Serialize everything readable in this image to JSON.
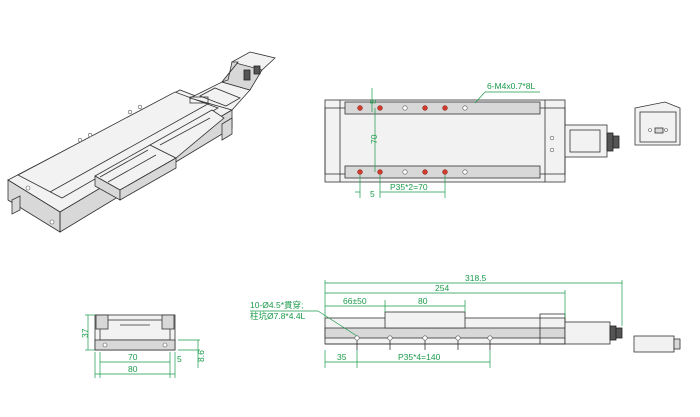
{
  "annotations": {
    "tap_holes": "6-M4x0.7*8L",
    "top_small": "5",
    "top_width": "70",
    "top_pitch": "P35*2=70",
    "top_edge": "5",
    "through_holes_line1": "10-Ø4.5*貫穿;",
    "through_holes_line2": "柱坑Ø7.8*4.4L",
    "overall_length": "318.5",
    "stroke_len": "254",
    "carriage_offset": "66±50",
    "carriage_len": "80",
    "bottom_start": "35",
    "bottom_pitch": "P35*4=140",
    "end_height": "37",
    "end_width_inner": "70",
    "end_width_outer": "80",
    "end_gap": "5",
    "end_base": "8.6"
  },
  "colors": {
    "dimension": "#1a9a4a",
    "outline": "#333333",
    "hole_marker": "#d23b2b"
  }
}
